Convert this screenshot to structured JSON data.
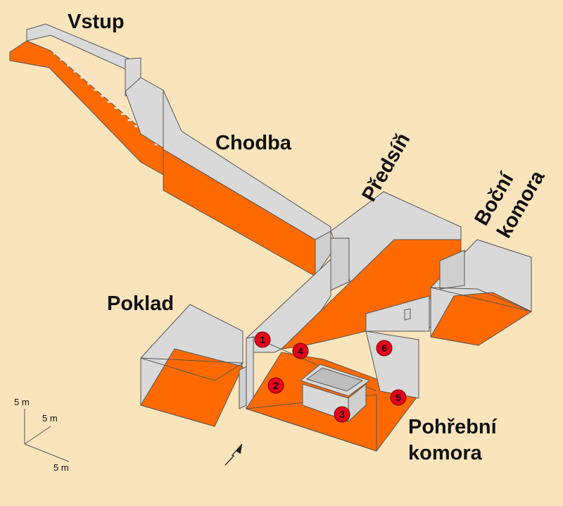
{
  "colors": {
    "background": "#f9e4bc",
    "floor": "#ff6a00",
    "wall": "#d9d9d9",
    "marker": "#e3001b"
  },
  "labels": {
    "entrance": "Vstup",
    "corridor": "Chodba",
    "antechamber": "Předsíň",
    "annex_line1": "Boční",
    "annex_line2": "komora",
    "treasury": "Poklad",
    "burial_line1": "Pohřební",
    "burial_line2": "komora"
  },
  "scale": {
    "vertical": "5 m",
    "depth": "5 m",
    "horizontal": "5 m"
  },
  "markers": [
    "1",
    "2",
    "3",
    "4",
    "5",
    "6"
  ],
  "north_icon": "north-arrow-icon"
}
